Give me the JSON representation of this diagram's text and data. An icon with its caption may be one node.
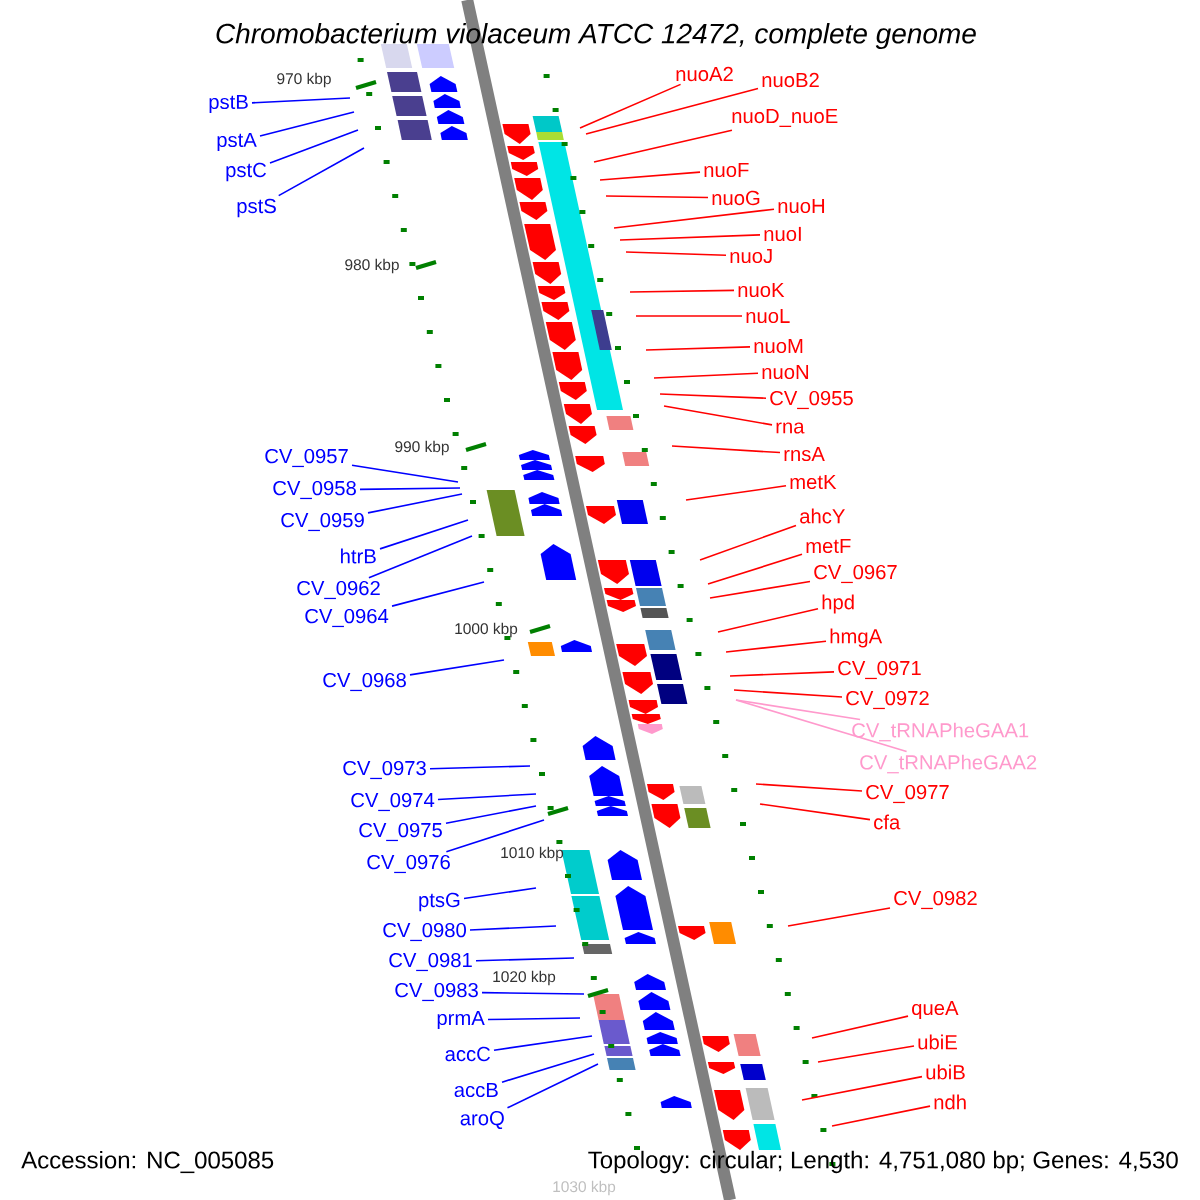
{
  "diagram": {
    "title": "Chromobacterium violaceum ATCC 12472, complete genome",
    "nodes": [
      {
        "text": [
          "pstB"
        ]
      },
      {
        "text": [
          "pstA"
        ]
      },
      {
        "text": [
          "pstC"
        ]
      },
      {
        "text": [
          "pstS"
        ]
      },
      {
        "text": [
          "CV_0957"
        ]
      },
      {
        "text": [
          "CV_0958"
        ]
      },
      {
        "text": [
          "CV_0959"
        ]
      },
      {
        "text": [
          "htrB"
        ]
      },
      {
        "text": [
          "CV_0962"
        ]
      },
      {
        "text": [
          "CV_0964"
        ]
      },
      {
        "text": [
          "CV_0968"
        ]
      },
      {
        "text": [
          "CV_0973"
        ]
      },
      {
        "text": [
          "CV_0974"
        ]
      },
      {
        "text": [
          "CV_0975"
        ]
      },
      {
        "text": [
          "CV_0976"
        ]
      },
      {
        "text": [
          "ptsG"
        ]
      },
      {
        "text": [
          "CV_0980"
        ]
      },
      {
        "text": [
          "CV_0981"
        ]
      },
      {
        "text": [
          "CV_0983"
        ]
      },
      {
        "text": [
          "prmA"
        ]
      },
      {
        "text": [
          "accC"
        ]
      },
      {
        "text": [
          "accB"
        ]
      },
      {
        "text": [
          "aroQ"
        ]
      },
      {
        "text": [
          "nuoA2"
        ]
      },
      {
        "text": [
          "nuoB2"
        ]
      },
      {
        "text": [
          "nuoD_nuoE"
        ]
      },
      {
        "text": [
          "nuoF"
        ]
      },
      {
        "text": [
          "nuoG"
        ]
      },
      {
        "text": [
          "nuoH"
        ]
      },
      {
        "text": [
          "nuoI"
        ]
      },
      {
        "text": [
          "nuoJ"
        ]
      },
      {
        "text": [
          "nuoK"
        ]
      },
      {
        "text": [
          "nuoL"
        ]
      },
      {
        "text": [
          "nuoM"
        ]
      },
      {
        "text": [
          "nuoN"
        ]
      },
      {
        "text": [
          "CV_0955"
        ]
      },
      {
        "text": [
          "rna"
        ]
      },
      {
        "text": [
          "rnsA"
        ]
      },
      {
        "text": [
          "metK"
        ]
      },
      {
        "text": [
          "ahcY"
        ]
      },
      {
        "text": [
          "metF"
        ]
      },
      {
        "text": [
          "CV_0967"
        ]
      },
      {
        "text": [
          "hpd"
        ]
      },
      {
        "text": [
          "hmgA"
        ]
      },
      {
        "text": [
          "CV_0971"
        ]
      },
      {
        "text": [
          "CV_0972"
        ]
      },
      {
        "text": [
          "CV_tRNAPheGAA1"
        ]
      },
      {
        "text": [
          "CV_tRNAPheGAA2"
        ]
      },
      {
        "text": [
          "CV_0977"
        ]
      },
      {
        "text": [
          "cfa"
        ]
      },
      {
        "text": [
          "CV_0982"
        ]
      },
      {
        "text": [
          "queA"
        ]
      },
      {
        "text": [
          "ubiE"
        ]
      },
      {
        "text": [
          "ubiB"
        ]
      },
      {
        "text": [
          "ndh"
        ]
      }
    ],
    "edges": [
      {
        "from": 0,
        "to": null,
        "arrow": "none",
        "color": "#0000ff"
      },
      {
        "from": 1,
        "to": null,
        "arrow": "none",
        "color": "#0000ff"
      },
      {
        "from": 2,
        "to": null,
        "arrow": "none",
        "color": "#0000ff"
      },
      {
        "from": 3,
        "to": null,
        "arrow": "none",
        "color": "#0000ff"
      },
      {
        "from": 4,
        "to": null,
        "arrow": "none",
        "color": "#0000ff"
      },
      {
        "from": 5,
        "to": null,
        "arrow": "none",
        "color": "#0000ff"
      },
      {
        "from": 6,
        "to": null,
        "arrow": "none",
        "color": "#0000ff"
      },
      {
        "from": 7,
        "to": null,
        "arrow": "none",
        "color": "#0000ff"
      },
      {
        "from": 8,
        "to": null,
        "arrow": "none",
        "color": "#0000ff"
      },
      {
        "from": 9,
        "to": null,
        "arrow": "none",
        "color": "#0000ff"
      },
      {
        "from": 10,
        "to": null,
        "arrow": "none",
        "color": "#0000ff"
      },
      {
        "from": 11,
        "to": null,
        "arrow": "none",
        "color": "#0000ff"
      },
      {
        "from": 12,
        "to": null,
        "arrow": "none",
        "color": "#0000ff"
      },
      {
        "from": 13,
        "to": null,
        "arrow": "none",
        "color": "#0000ff"
      },
      {
        "from": 14,
        "to": null,
        "arrow": "none",
        "color": "#0000ff"
      },
      {
        "from": 15,
        "to": null,
        "arrow": "none",
        "color": "#0000ff"
      },
      {
        "from": 16,
        "to": null,
        "arrow": "none",
        "color": "#0000ff"
      },
      {
        "from": 17,
        "to": null,
        "arrow": "none",
        "color": "#0000ff"
      },
      {
        "from": 18,
        "to": null,
        "arrow": "none",
        "color": "#0000ff"
      },
      {
        "from": 19,
        "to": null,
        "arrow": "none",
        "color": "#0000ff"
      },
      {
        "from": 20,
        "to": null,
        "arrow": "none",
        "color": "#0000ff"
      },
      {
        "from": 21,
        "to": null,
        "arrow": "none",
        "color": "#0000ff"
      },
      {
        "from": 22,
        "to": null,
        "arrow": "none",
        "color": "#0000ff"
      },
      {
        "from": 23,
        "to": null,
        "arrow": "none"
      },
      {
        "from": 24,
        "to": null,
        "arrow": "none"
      },
      {
        "from": 25,
        "to": null,
        "arrow": "none"
      },
      {
        "from": 26,
        "to": null,
        "arrow": "none"
      },
      {
        "from": 27,
        "to": null,
        "arrow": "none"
      },
      {
        "from": 28,
        "to": null,
        "arrow": "none"
      },
      {
        "from": 29,
        "to": null,
        "arrow": "none"
      },
      {
        "from": 30,
        "to": null,
        "arrow": "none"
      },
      {
        "from": 31,
        "to": null,
        "arrow": "none"
      },
      {
        "from": 32,
        "to": null,
        "arrow": "none"
      },
      {
        "from": 33,
        "to": null,
        "arrow": "none"
      },
      {
        "from": 34,
        "to": null,
        "arrow": "none"
      },
      {
        "from": 35,
        "to": null,
        "arrow": "none"
      },
      {
        "from": 36,
        "to": null,
        "arrow": "none"
      },
      {
        "from": 37,
        "to": null,
        "arrow": "none"
      },
      {
        "from": 38,
        "to": null,
        "arrow": "none"
      },
      {
        "from": 39,
        "to": null,
        "arrow": "none"
      },
      {
        "from": 40,
        "to": null,
        "arrow": "none"
      },
      {
        "from": 41,
        "to": null,
        "arrow": "none"
      },
      {
        "from": 42,
        "to": null,
        "arrow": "none"
      },
      {
        "from": 43,
        "to": null,
        "arrow": "none"
      },
      {
        "from": 44,
        "to": null,
        "arrow": "none"
      },
      {
        "from": 45,
        "to": null,
        "arrow": "none"
      },
      {
        "from": 46,
        "to": null,
        "arrow": "none",
        "color": "#ff99cc"
      },
      {
        "from": 47,
        "to": null,
        "arrow": "none",
        "color": "#ff99cc"
      },
      {
        "from": 48,
        "to": null,
        "arrow": "none"
      },
      {
        "from": 49,
        "to": null,
        "arrow": "none"
      },
      {
        "from": 50,
        "to": null,
        "arrow": "none"
      },
      {
        "from": 51,
        "to": null,
        "arrow": "none"
      },
      {
        "from": 52,
        "to": null,
        "arrow": "none"
      },
      {
        "from": 53,
        "to": null,
        "arrow": "none"
      },
      {
        "from": 54,
        "to": null,
        "arrow": "none"
      }
    ],
    "labels": [
      "970 kbp",
      "980 kbp",
      "990 kbp",
      "1000 kbp",
      "1010 kbp",
      "1020 kbp",
      "1030 kbp",
      "Accession: NC_005085",
      "Topology: circular; Length: 4,751,080 bp; Genes: 4,530"
    ]
  }
}
